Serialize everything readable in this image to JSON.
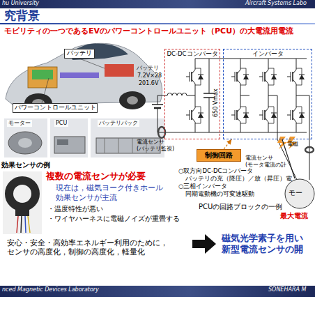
{
  "diagram": {
    "title": "究背景",
    "nodes": [
      {
        "text": [
          "バッテリ"
        ]
      },
      {
        "text": [
          "パワーコントロールユニット"
        ]
      },
      {
        "text": [
          "DC-DCコンバータ"
        ]
      },
      {
        "text": [
          "インバータ"
        ]
      },
      {
        "text": [
          "制御回路"
        ]
      },
      {
        "text": [
          "モー"
        ]
      }
    ],
    "edges": [
      {
        "from": 4,
        "to": 3,
        "arrow": "to"
      },
      {
        "from": 3,
        "to": 5,
        "arrow": "none"
      }
    ],
    "labels": [
      "hu University",
      "Aircraft Systems Labo",
      "モビリティの一つであるEVのパワーコントロールユニット（PCU）の大電流用電流",
      "モーター",
      "PCU",
      "バッテリパック",
      "効果センサの例",
      "複数の電流センサが必要",
      "現在は，磁気ヨーク付きホール 効果センサが主流",
      "・温度特性が悪い",
      "・ワイヤハーネスに電磁ノイズが重畳する",
      "安心・安全・高効率エネルギー利用のために， センサの高度化，制御の高度化，軽量化",
      "磁気光学素子を用い 新型電流センサの開",
      "nced Magnetic Devices Laboratory",
      "SONEHARA M",
      "バッテリ",
      "7.2V×28",
      "201.6V",
      "650 Vmax",
      "電流センサ (バッテリ監視)",
      "○双方向DC-DCコンバータ",
      "バッテリの充（降圧）／放（昇圧）電",
      "○三相インバータ",
      "同期電動機の可変速駆動",
      "PCUの回路ブロックの一例",
      "電磁",
      "電流センサ (モータ電流の計",
      "最大電流"
    ]
  }
}
